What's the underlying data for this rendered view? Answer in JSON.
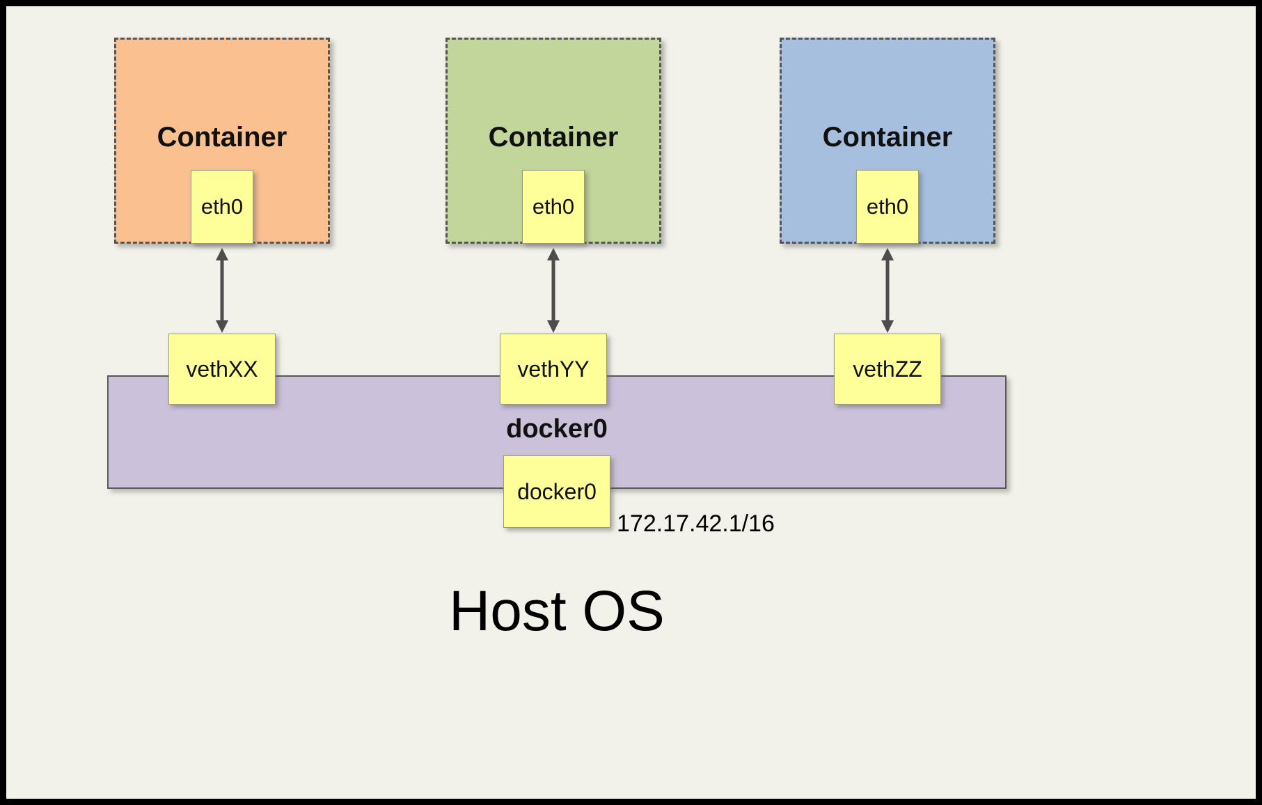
{
  "colors": {
    "background": "#F2F1EA",
    "badge_yellow": "#FFFF99",
    "bridge_purple": "#CCC1DA",
    "arrow_gray": "#4D4D4D",
    "frame_border": "#000000"
  },
  "containers": [
    {
      "label": "Container",
      "interface": "eth0",
      "veth": "vethXX",
      "color": "#FAC090"
    },
    {
      "label": "Container",
      "interface": "eth0",
      "veth": "vethYY",
      "color": "#C2D69B"
    },
    {
      "label": "Container",
      "interface": "eth0",
      "veth": "vethZZ",
      "color": "#A6BFDE"
    }
  ],
  "bridge": {
    "label": "docker0",
    "interface": "docker0",
    "ip": "172.17.42.1/16"
  },
  "host": {
    "label": "Host OS"
  }
}
